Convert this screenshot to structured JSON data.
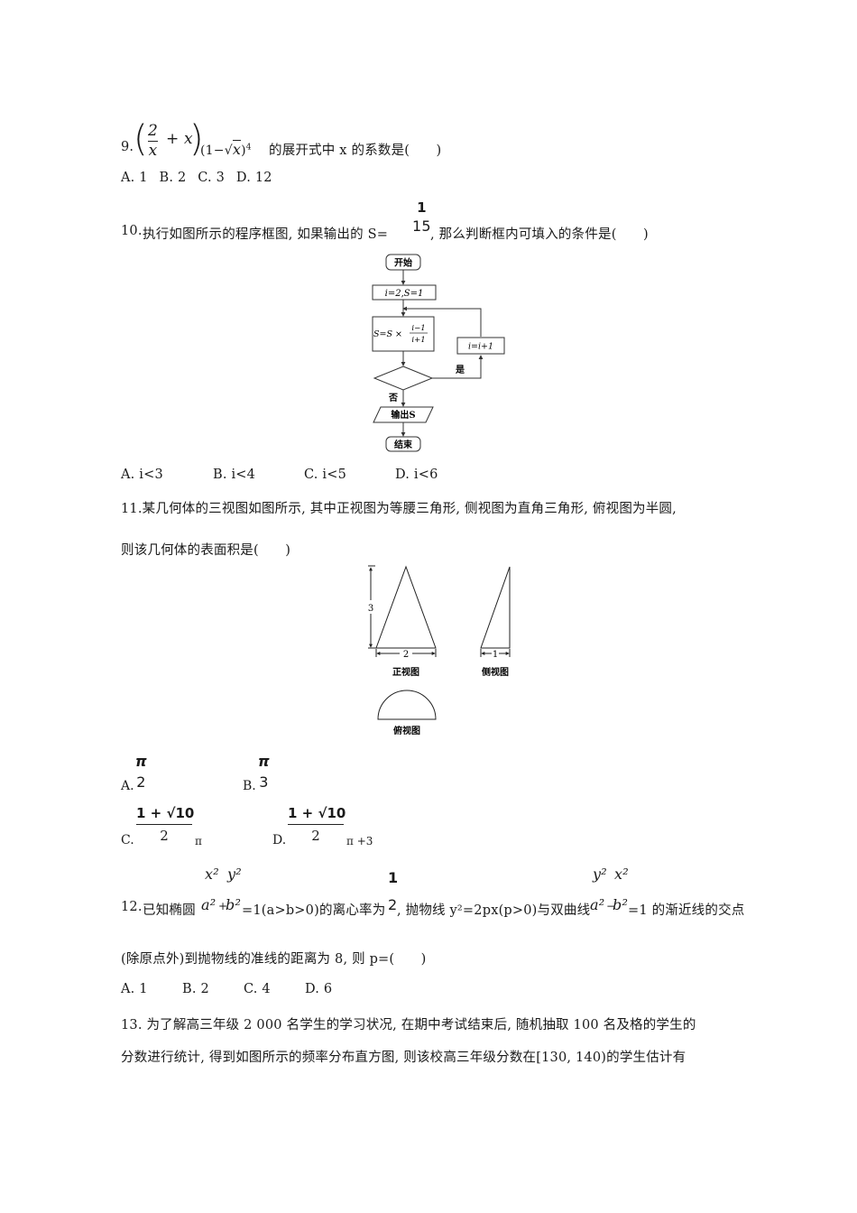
{
  "q9": {
    "number": "9.",
    "frac_num": "2",
    "frac_den": "x",
    "plus_x": "+ x",
    "factor": "(1−√x)",
    "factor_left": "(1−",
    "sqrt_x": "x",
    "factor_right": ")",
    "power": "4",
    "text": "的展开式中 x 的系数是(　　)",
    "options": [
      "A. 1",
      "B. 2",
      "C. 3",
      "D. 12"
    ]
  },
  "q10": {
    "number": "10.",
    "text_before": "执行如图所示的程序框图, 如果输出的 S=",
    "frac_num": "1",
    "frac_den": "15",
    "text_after": ", 那么判断框内可填入的条件是(　　)",
    "flowchart": {
      "start": "开始",
      "init": "i=2,S=1",
      "update_s_left": "S=S ×",
      "update_s_num": "i−1",
      "update_s_den": "i+1",
      "increment": "i=i+1",
      "yes_label": "是",
      "no_label": "否",
      "output": "输出S",
      "end": "结束"
    },
    "options": [
      "A. i<3",
      "B. i<4",
      "C. i<5",
      "D. i<6"
    ]
  },
  "q11": {
    "number": "11.",
    "text_line1": "某几何体的三视图如图所示, 其中正视图为等腰三角形, 侧视图为直角三角形, 俯视图为半圆,",
    "text_line2": "则该几何体的表面积是(　　)",
    "figure": {
      "front_view_label": "正视图",
      "side_view_label": "侧视图",
      "top_view_label": "俯视图",
      "height_dim": "3",
      "front_width_dim": "2",
      "side_width_dim": "1"
    },
    "options": {
      "A": {
        "label": "A.",
        "num": "π",
        "den": "2"
      },
      "B": {
        "label": "B.",
        "num": "π",
        "den": "3"
      },
      "C": {
        "label": "C.",
        "num": "1 + √10",
        "den": "2",
        "suffix": "π"
      },
      "D": {
        "label": "D.",
        "num": "1 + √10",
        "den": "2",
        "suffix": "π +3"
      }
    }
  },
  "q12": {
    "number": "12.",
    "t1": "已知椭圆",
    "ellipse_x": "x²",
    "ellipse_a": "a²",
    "plus": "+",
    "ellipse_y": "y²",
    "ellipse_b": "b²",
    "t2": "=1(a>b>0)的离心率为",
    "ecc_num": "1",
    "ecc_den": "2",
    "t3": ", 抛物线 y²=2px(p>0)与双曲线",
    "hyp_y": "y²",
    "hyp_a": "a²",
    "minus": "−",
    "hyp_x": "x²",
    "hyp_b": "b²",
    "t4": "=1 的渐近线的交点",
    "line2": "(除原点外)到抛物线的准线的距离为 8, 则 p=(　　)",
    "options": [
      "A. 1",
      "B. 2",
      "C. 4",
      "D. 6"
    ]
  },
  "q13": {
    "line1": "13. 为了解高三年级 2  000 名学生的学习状况, 在期中考试结束后, 随机抽取 100 名及格的学生的",
    "line2": "分数进行统计, 得到如图所示的频率分布直方图, 则该校高三年级分数在[130, 140)的学生估计有"
  }
}
